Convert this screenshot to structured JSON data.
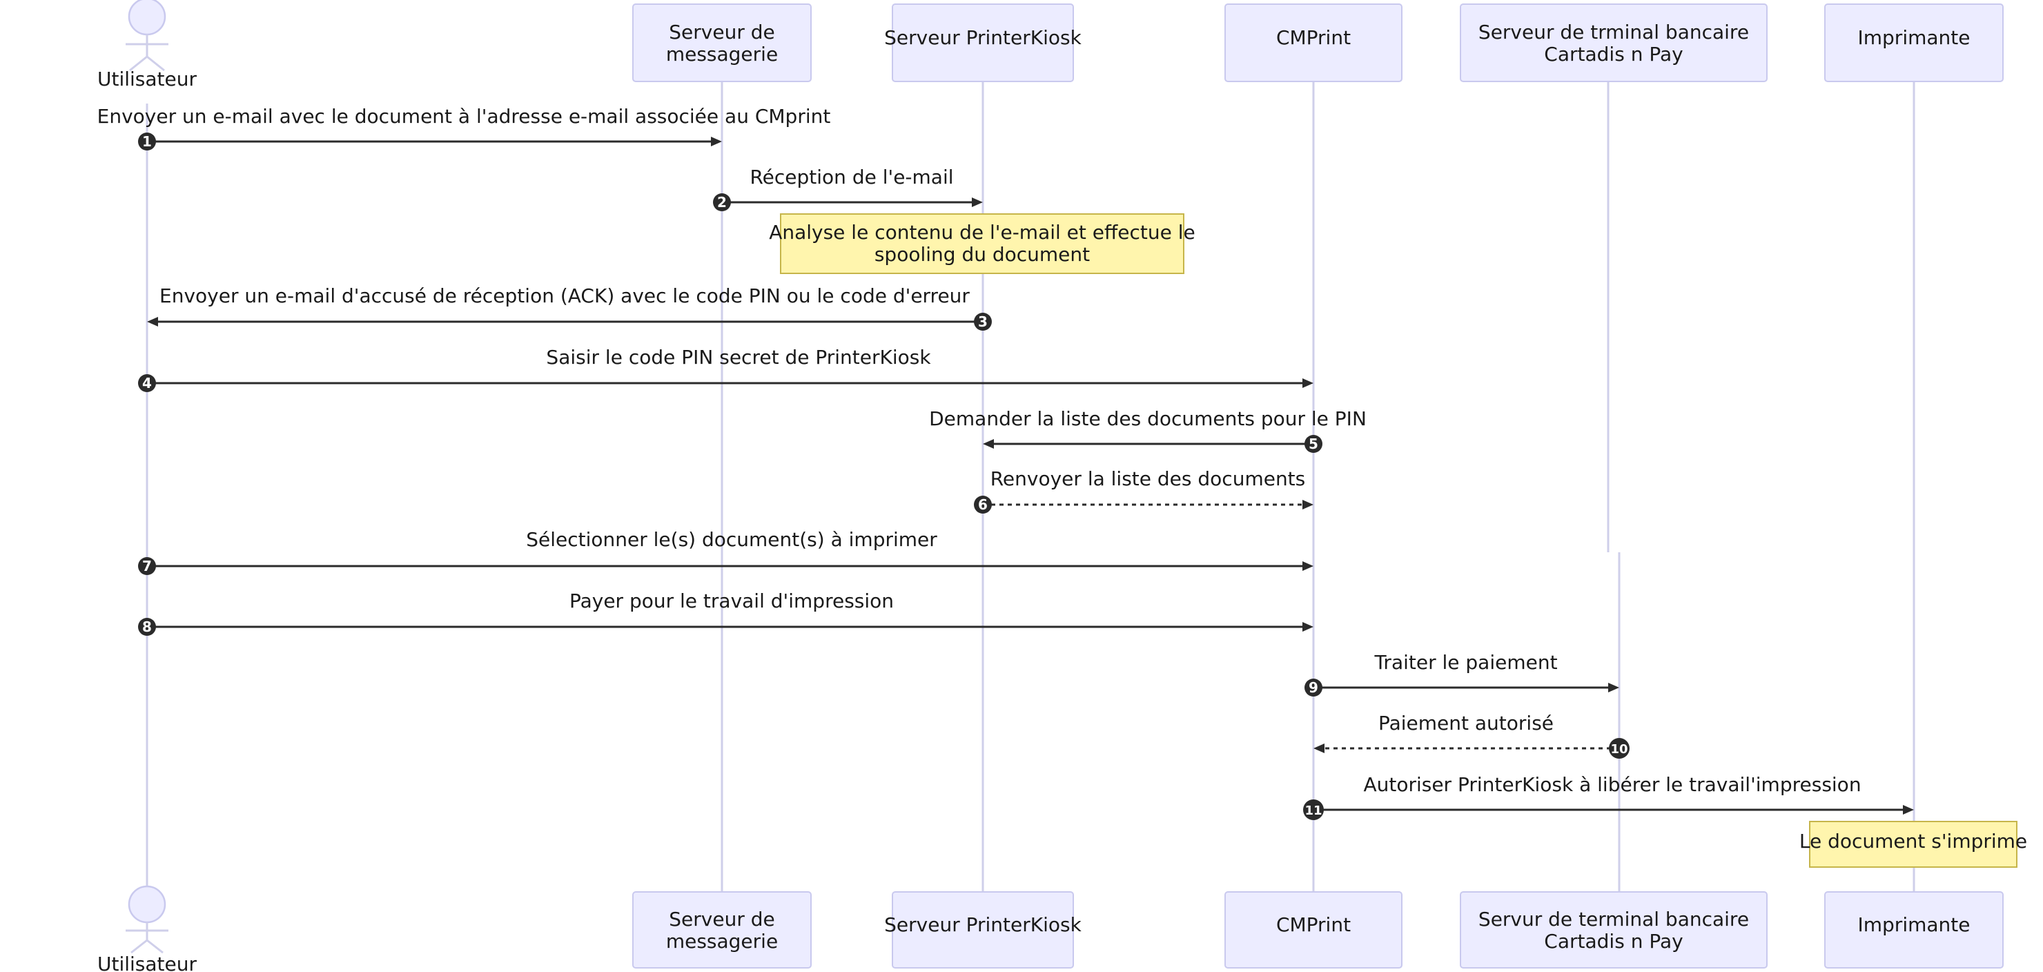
{
  "participants": [
    {
      "id": "user",
      "type": "actor",
      "lines": [
        "Utilisateur"
      ],
      "bottom_lines": [
        "Utilisateur"
      ]
    },
    {
      "id": "mail",
      "type": "box",
      "lines": [
        "Serveur de",
        "messagerie"
      ],
      "bottom_lines": [
        "Serveur de",
        "messagerie"
      ]
    },
    {
      "id": "pk",
      "type": "box",
      "lines": [
        "Serveur PrinterKiosk"
      ],
      "bottom_lines": [
        "Serveur PrinterKiosk"
      ]
    },
    {
      "id": "cm",
      "type": "box",
      "lines": [
        "CMPrint"
      ],
      "bottom_lines": [
        "CMPrint"
      ]
    },
    {
      "id": "bank",
      "type": "box",
      "lines": [
        "Serveur de trminal bancaire",
        "Cartadis n Pay"
      ],
      "bottom_lines": [
        "Servur de terminal bancaire",
        "Cartadis n Pay"
      ]
    },
    {
      "id": "printer",
      "type": "box",
      "lines": [
        "Imprimante"
      ],
      "bottom_lines": [
        "Imprimante"
      ]
    }
  ],
  "messages": [
    {
      "n": "1",
      "from": "user",
      "to": "mail",
      "style": "solid",
      "text": "Envoyer un e-mail avec le document à l'adresse e-mail associée au CMprint"
    },
    {
      "n": "2",
      "from": "mail",
      "to": "pk",
      "style": "solid",
      "text": "Réception de l'e-mail"
    },
    {
      "n": "3",
      "from": "pk",
      "to": "user",
      "style": "solid",
      "text": "Envoyer un e-mail d'accusé de réception (ACK) avec le code PIN ou le code d'erreur"
    },
    {
      "n": "4",
      "from": "user",
      "to": "cm",
      "style": "solid",
      "text": "Saisir le code PIN secret de PrinterKiosk"
    },
    {
      "n": "5",
      "from": "cm",
      "to": "pk",
      "style": "solid",
      "text": "Demander la liste des documents pour le PIN"
    },
    {
      "n": "6",
      "from": "pk",
      "to": "cm",
      "style": "dashed",
      "text": "Renvoyer la liste des documents"
    },
    {
      "n": "7",
      "from": "user",
      "to": "cm",
      "style": "solid",
      "text": "Sélectionner le(s) document(s) à imprimer"
    },
    {
      "n": "8",
      "from": "user",
      "to": "cm",
      "style": "solid",
      "text": "Payer pour le travail d'impression"
    },
    {
      "n": "9",
      "from": "cm",
      "to": "bank",
      "style": "solid",
      "text": "Traiter le paiement"
    },
    {
      "n": "10",
      "from": "bank",
      "to": "cm",
      "style": "dashed",
      "text": "Paiement autorisé"
    },
    {
      "n": "11",
      "from": "cm",
      "to": "printer",
      "style": "solid",
      "text": "Autoriser PrinterKiosk à libérer le travail'impression"
    }
  ],
  "notes": [
    {
      "over": "pk",
      "lines": [
        "Analyse le contenu de l'e-mail et effectue le",
        "spooling du document"
      ]
    },
    {
      "over": "printer",
      "lines": [
        "Le document s'imprime"
      ]
    }
  ]
}
